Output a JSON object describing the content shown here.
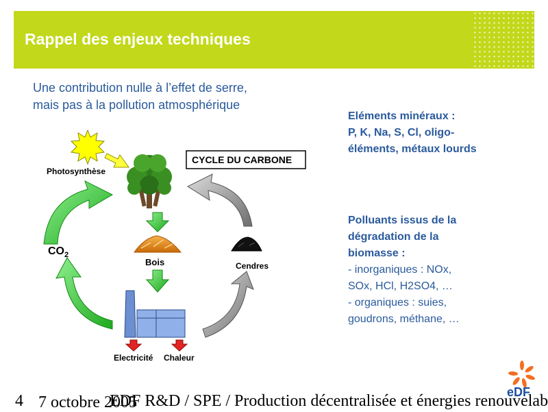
{
  "header": {
    "title": "Rappel des enjeux techniques"
  },
  "intro": {
    "line1": "Une contribution nulle à l’effet de serre,",
    "line2": "mais pas à la pollution atmosphérique"
  },
  "diagram": {
    "cycle_label": "CYCLE DU CARBONE",
    "photosynthese": "Photosynthèse",
    "co2_base": "CO",
    "co2_sub": "2",
    "bois": "Bois",
    "cendres": "Cendres",
    "electricite": "Electricité",
    "chaleur": "Chaleur"
  },
  "minerals": {
    "heading": "Eléments minéraux :",
    "line1": "P, K, Na, S, Cl, oligo-",
    "line2": "éléments, métaux lourds"
  },
  "polluants": {
    "heading1": "Polluants issus de la",
    "heading2": "dégradation de la",
    "heading3": "biomasse :",
    "inorg1": "- inorganiques : NOx,",
    "inorg2": "SOx, HCl, H2SO4, …",
    "org1": "- organiques : suies,",
    "org2": "goudrons, méthane, …"
  },
  "footer": {
    "page_number": "4",
    "date": "7 octobre 2005",
    "text": "EDF R&D / SPE / Production décentralisée et énergies renouvelables"
  },
  "logo": {
    "text": "eDF"
  },
  "colors": {
    "banner": "#c2d81a",
    "text_blue": "#2a5a9c",
    "arrow_green": "#3cc23c",
    "arrow_gray": "#8a8a8a",
    "arrow_red": "#e32424",
    "logo_orange": "#f26f21",
    "logo_blue": "#1a4ea0"
  }
}
